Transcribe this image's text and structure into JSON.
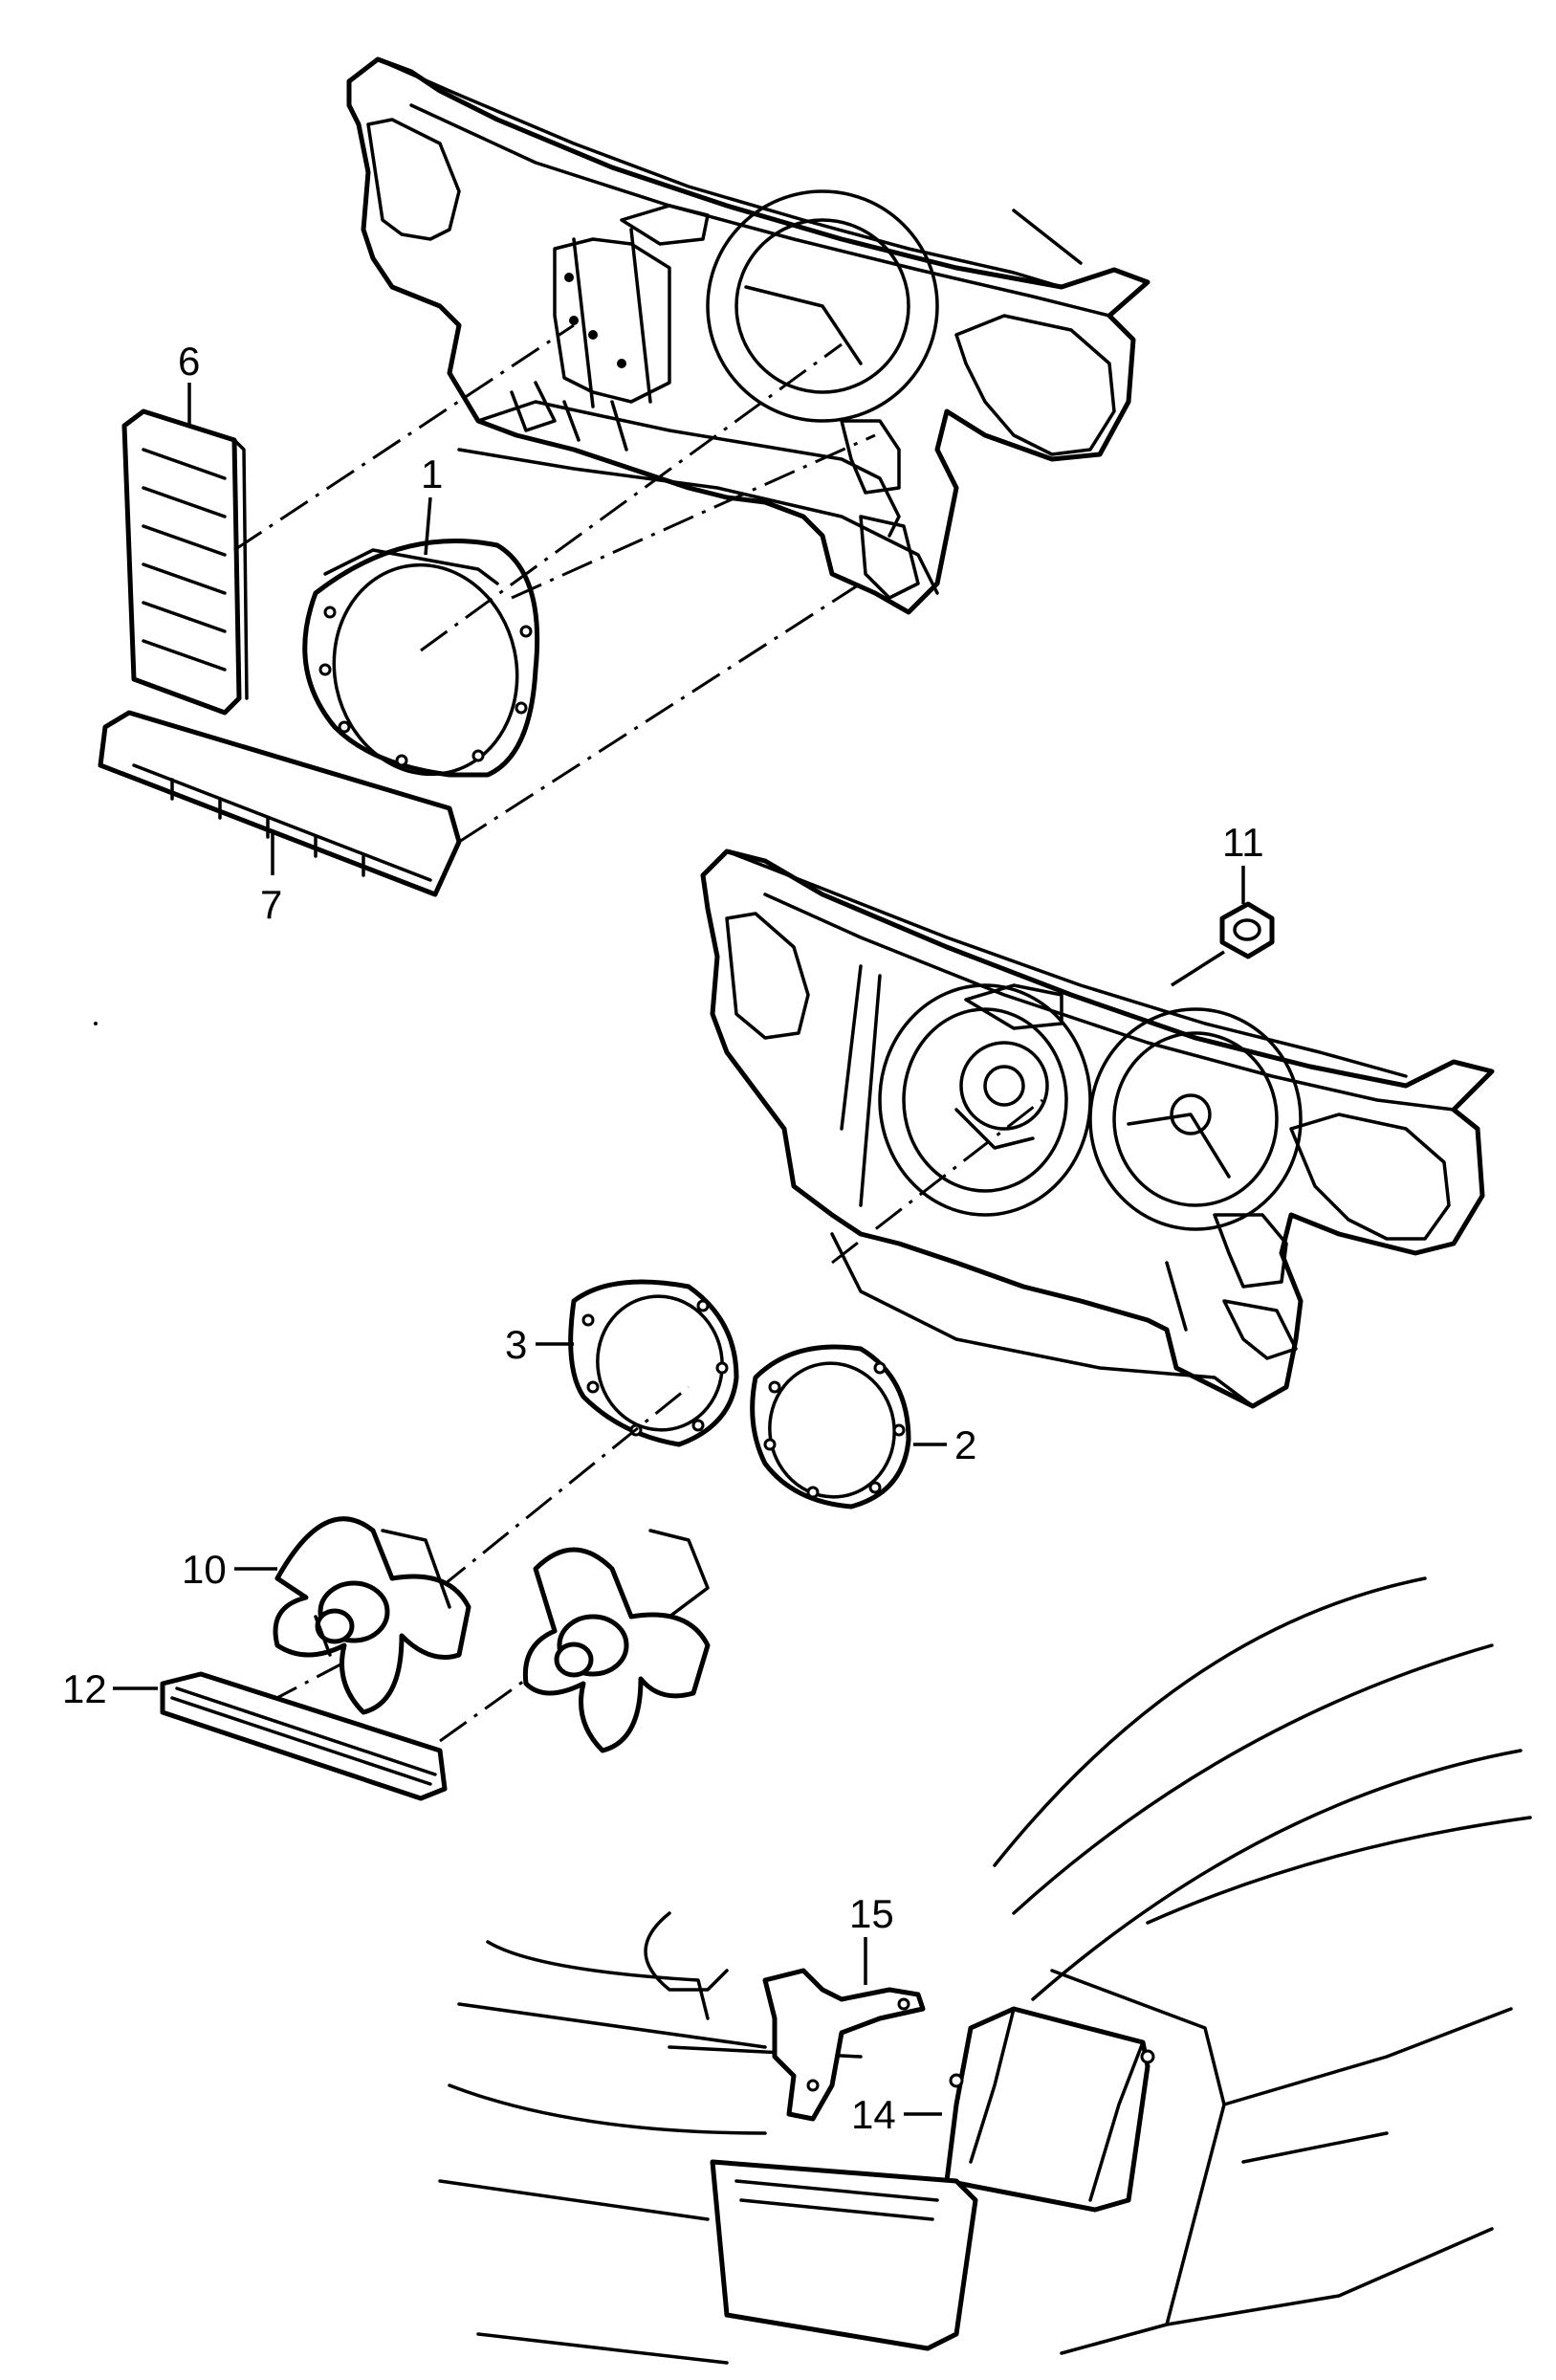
{
  "callouts": {
    "c1": "1",
    "c2": "2",
    "c3": "3",
    "c6": "6",
    "c7": "7",
    "c10": "10",
    "c11": "11",
    "c12": "12",
    "c14": "14",
    "c15": "15"
  }
}
